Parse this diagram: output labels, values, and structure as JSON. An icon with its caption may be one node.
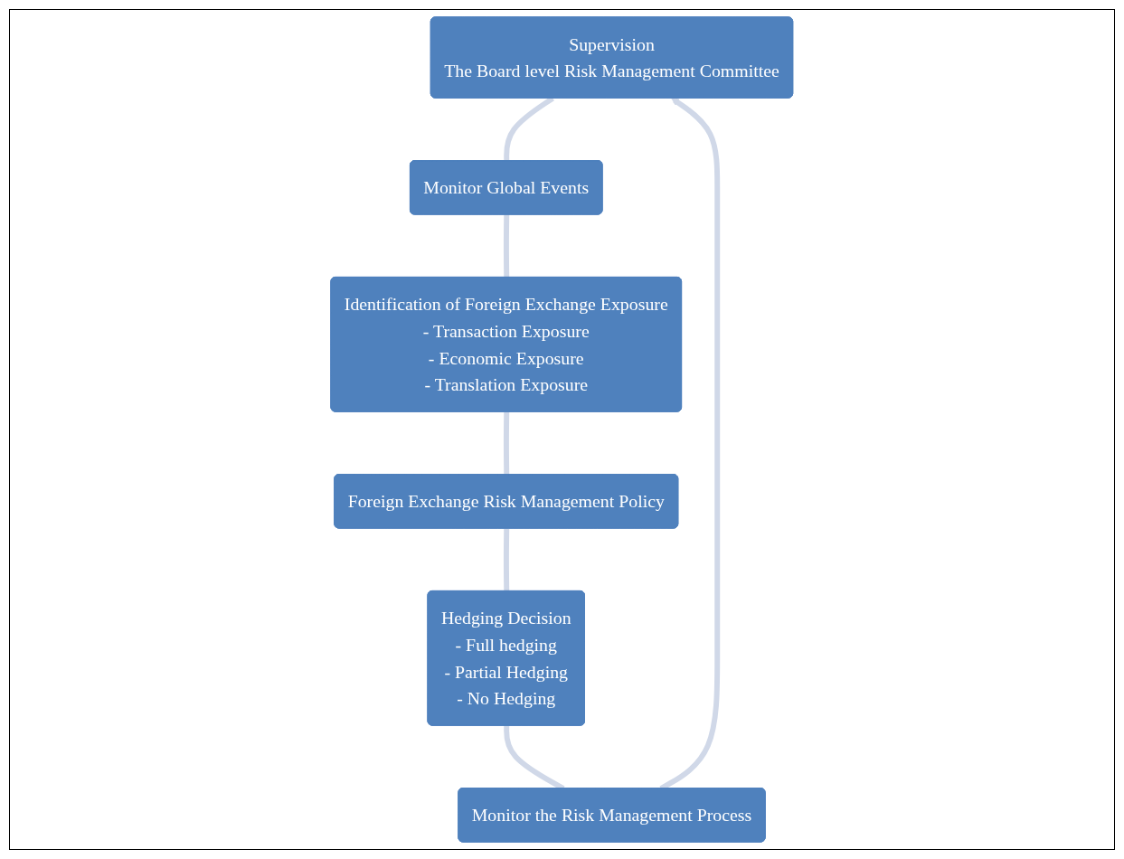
{
  "diagram": {
    "nodes": [
      {
        "text": [
          "Supervision",
          "The Board level Risk Management Committee"
        ]
      },
      {
        "text": [
          "Monitor Global Events"
        ]
      },
      {
        "text": [
          "Identification of Foreign Exchange Exposure",
          "- Transaction Exposure",
          "- Economic Exposure",
          "- Translation Exposure"
        ]
      },
      {
        "text": [
          "Foreign Exchange Risk Management Policy"
        ]
      },
      {
        "text": [
          "Hedging Decision",
          "- Full hedging",
          "- Partial Hedging",
          "- No Hedging"
        ]
      },
      {
        "text": [
          "Monitor the Risk Management Process"
        ]
      }
    ],
    "edges": [
      {
        "from": 0,
        "to": 1,
        "arrow": "none"
      },
      {
        "from": 1,
        "to": 2,
        "arrow": "none"
      },
      {
        "from": 2,
        "to": 3,
        "arrow": "none"
      },
      {
        "from": 3,
        "to": 4,
        "arrow": "none"
      },
      {
        "from": 4,
        "to": 5,
        "arrow": "none"
      },
      {
        "from": 5,
        "to": 0,
        "arrow": "to"
      }
    ]
  }
}
